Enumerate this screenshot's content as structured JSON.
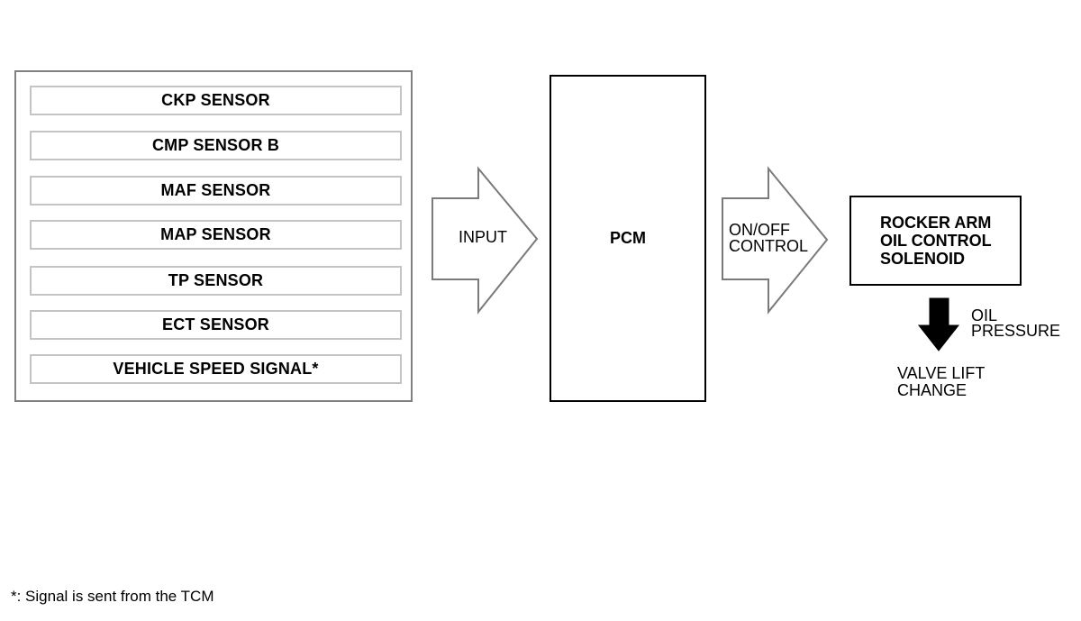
{
  "sensors": [
    "CKP SENSOR",
    "CMP SENSOR B",
    "MAF SENSOR",
    "MAP SENSOR",
    "TP SENSOR",
    "ECT SENSOR",
    "VEHICLE SPEED SIGNAL*"
  ],
  "arrows": {
    "input_label": "INPUT",
    "control_label_line1": "ON/OFF",
    "control_label_line2": "CONTROL"
  },
  "pcm": {
    "label": "PCM"
  },
  "solenoid": {
    "line1": "ROCKER ARM",
    "line2": "OIL CONTROL",
    "line3": "SOLENOID"
  },
  "oil_pressure": {
    "line1": "OIL",
    "line2": "PRESSURE"
  },
  "valve_lift": {
    "line1": "VALVE LIFT",
    "line2": "CHANGE"
  },
  "footnote": "*: Signal is sent from the TCM"
}
